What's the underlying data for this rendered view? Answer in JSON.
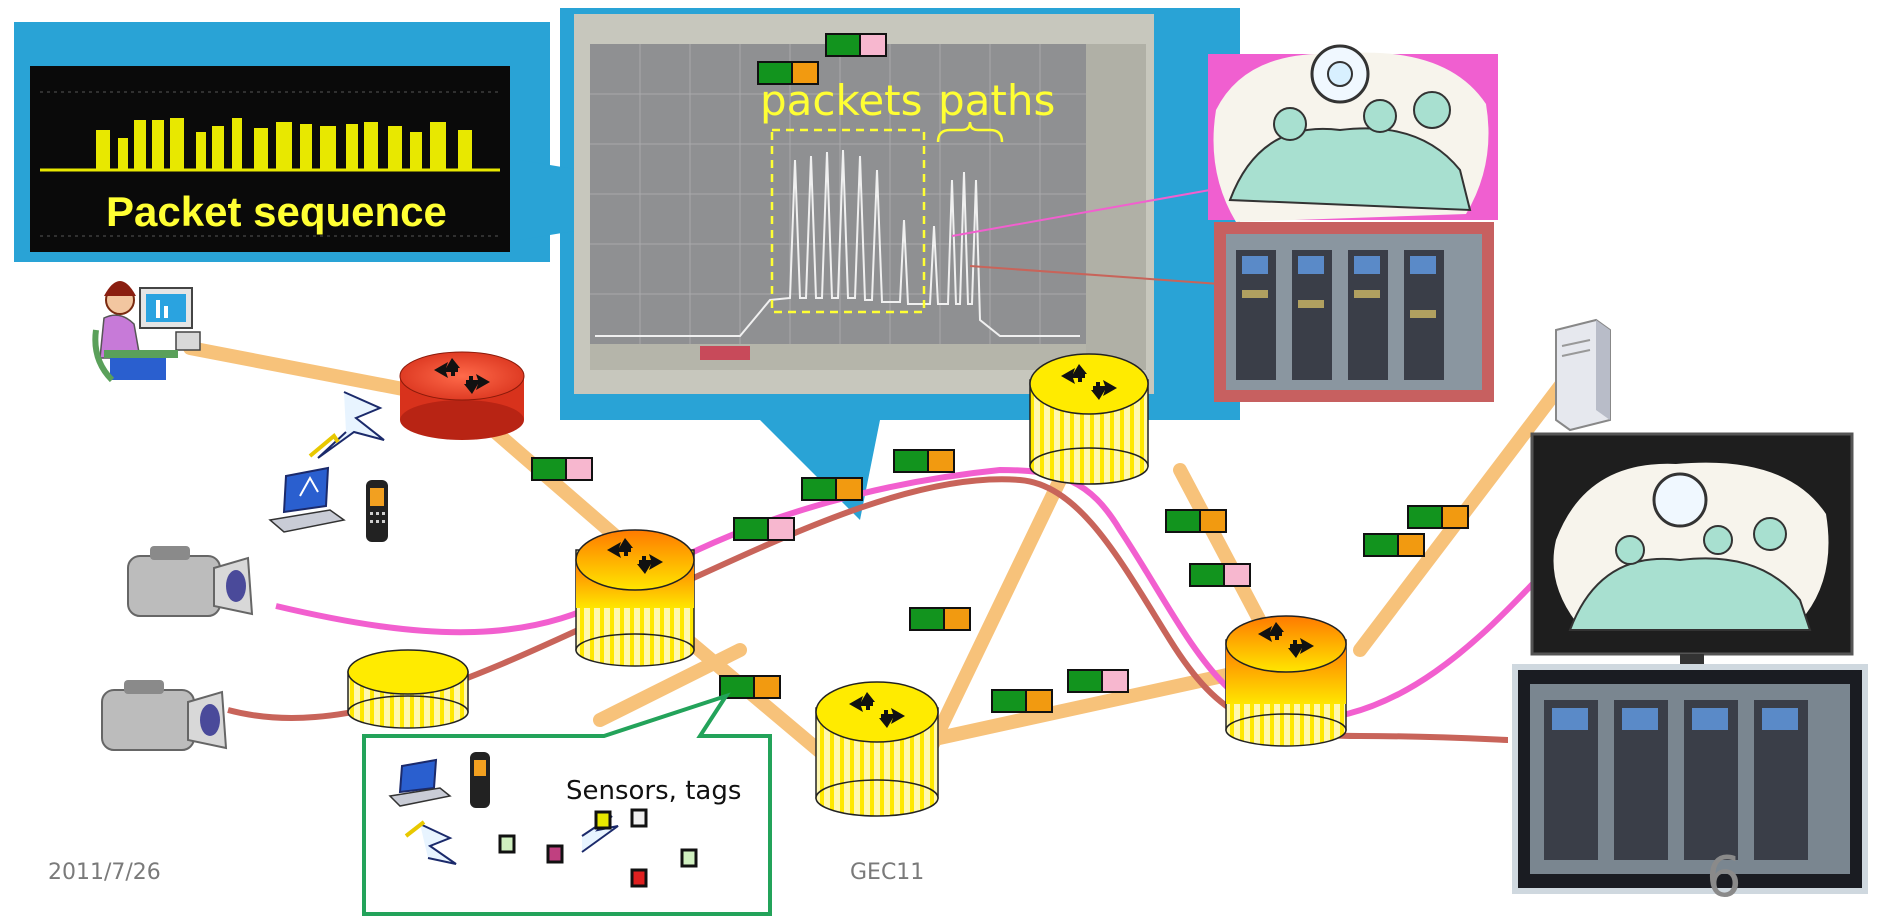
{
  "callouts": {
    "packet_sequence": "Packet sequence",
    "packets": "packets",
    "paths": "paths",
    "sensors": "Sensors, tags"
  },
  "footer": {
    "date": "2011/7/26",
    "event": "GEC11",
    "slide_number": "6"
  },
  "colors": {
    "callout_blue": "#29a3d6",
    "link_orange": "#f7c27a",
    "stream_pink": "#f25fcf",
    "stream_brown": "#c8645a",
    "router_yellow": "#ffeb00",
    "router_red": "#e8402a",
    "packet_green": "#12941e",
    "packet_orange": "#f29a10",
    "packet_pink": "#f7b7cf",
    "sensor_box_green": "#23a35a",
    "annotation_yellow": "#ffff33"
  },
  "icons": [
    "pc-user-icon",
    "wireless-icon",
    "laptop-icon",
    "cellphone-icon",
    "video-camera-icon",
    "server-icon",
    "monitor-icon",
    "router-icon",
    "surgery-illustration",
    "server-room-photo",
    "spectrum-analyzer-screen"
  ]
}
